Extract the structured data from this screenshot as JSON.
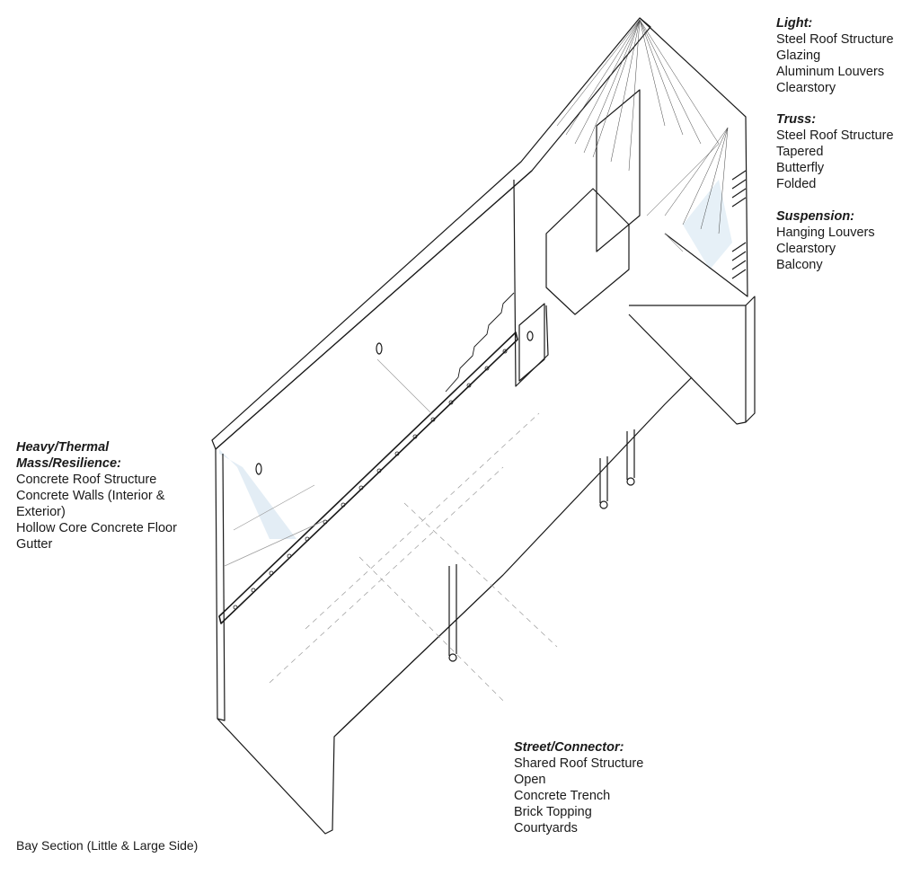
{
  "legends": {
    "light": {
      "heading": "Light:",
      "items": [
        "Steel Roof Structure",
        "Glazing",
        "Aluminum Louvers",
        "Clearstory"
      ]
    },
    "truss": {
      "heading": "Truss:",
      "items": [
        "Steel Roof Structure",
        "Tapered",
        "Butterfly",
        "Folded"
      ]
    },
    "suspension": {
      "heading": "Suspension:",
      "items": [
        "Hanging Louvers",
        "Clearstory",
        "Balcony"
      ]
    },
    "heavy": {
      "heading_line1": "Heavy/Thermal",
      "heading_line2": "Mass/Resilience:",
      "items": [
        "Concrete Roof Structure",
        "Concrete Walls (Interior &",
        "Exterior)",
        "Hollow Core Concrete Floor",
        "Gutter"
      ]
    },
    "street": {
      "heading": "Street/Connector:",
      "items": [
        "Shared Roof Structure",
        "Open",
        "Concrete Trench",
        "Brick Topping",
        "Courtyards"
      ]
    }
  },
  "caption": "Bay Section (Little & Large Side)",
  "colors": {
    "line": "#1a1a1a",
    "light_line": "#9a9a9a",
    "glass": "#dce9f3"
  }
}
